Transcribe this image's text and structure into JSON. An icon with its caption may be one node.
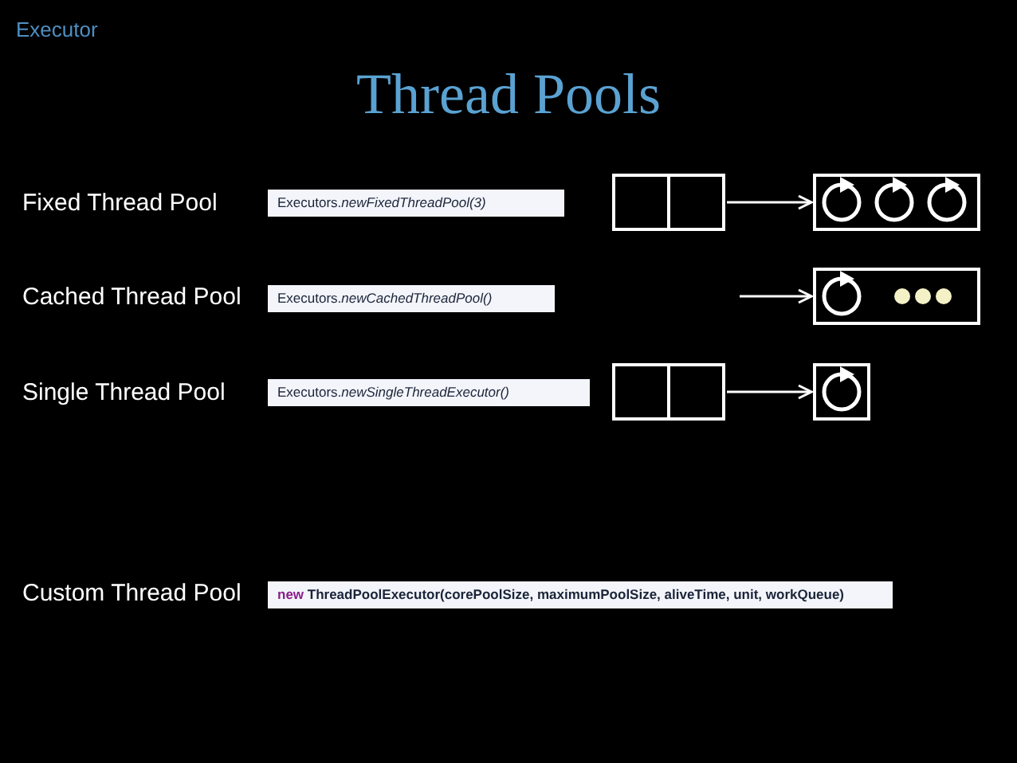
{
  "diagram": {
    "title": "Thread Pools",
    "nodes": [
      {
        "text": [
          "Executors.*newFixedThreadPool(3)*"
        ]
      },
      {
        "text": [],
        "shape": "box"
      },
      {
        "text": [],
        "shape": "box"
      },
      {
        "text": [
          "Executors.*newCachedThreadPool()*"
        ]
      },
      {
        "text": [],
        "shape": "box"
      },
      {
        "text": [
          "Executors.*newSingleThreadExecutor()*"
        ]
      },
      {
        "text": [],
        "shape": "box"
      },
      {
        "text": [],
        "shape": "box"
      },
      {
        "text": [
          "new",
          "ThreadPoolExecutor(corePoolSize, maximumPoolSize, aliveTime, unit, workQueue)"
        ]
      }
    ],
    "edges": [
      {
        "from": 1,
        "to": 2,
        "arrow": "to"
      },
      {
        "from": null,
        "to": 4,
        "arrow": "to"
      },
      {
        "from": 6,
        "to": 7,
        "arrow": "to"
      }
    ],
    "labels": [
      "Executor",
      "Fixed Thread Pool",
      "Cached Thread Pool",
      "Single Thread Pool",
      "Custom Thread Pool"
    ]
  }
}
